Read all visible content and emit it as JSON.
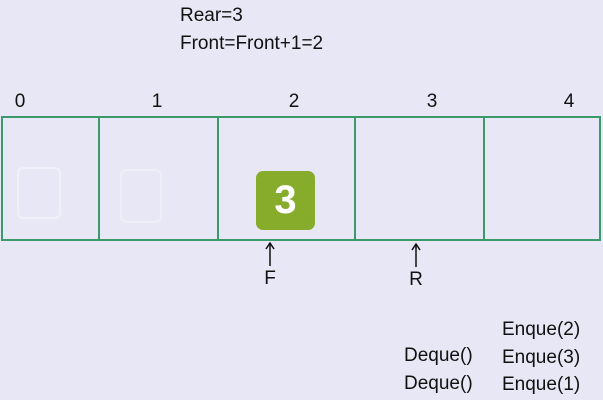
{
  "status": {
    "rear": "Rear=3",
    "front": "Front=Front+1=2"
  },
  "queue": {
    "indices": [
      "0",
      "1",
      "2",
      "3",
      "4"
    ],
    "cells": [
      "",
      "",
      "3",
      "",
      ""
    ],
    "value_badge_color": "#87ac2c",
    "border_color": "#3a9a6a"
  },
  "pointers": {
    "front": "F",
    "rear": "R"
  },
  "operations": {
    "enqueue": [
      "Enque(2)",
      "Enque(3)",
      "Enque(1)"
    ],
    "dequeue": [
      "Deque()",
      "Deque()"
    ]
  }
}
